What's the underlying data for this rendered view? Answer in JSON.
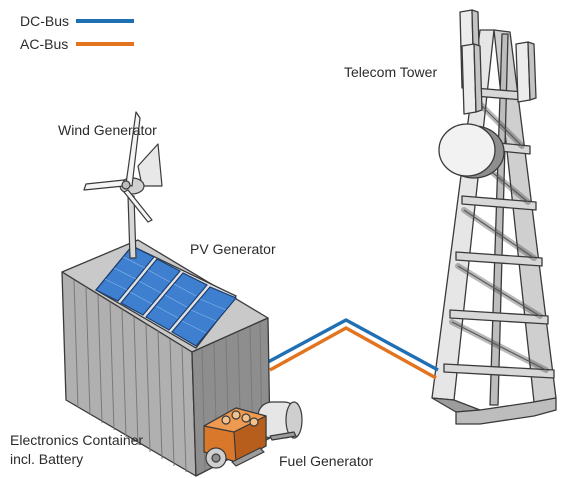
{
  "legend": {
    "dc": {
      "label": "DC-Bus",
      "color": "#1f6fb5"
    },
    "ac": {
      "label": "AC-Bus",
      "color": "#e3741f"
    }
  },
  "labels": {
    "telecom_tower": "Telecom Tower",
    "wind_generator": "Wind Generator",
    "pv_generator": "PV Generator",
    "electronics_container_line1": "Electronics Container",
    "electronics_container_line2": "incl. Battery",
    "fuel_generator": "Fuel Generator"
  },
  "colors": {
    "tower_fill": "#dcdcdc",
    "tower_stroke": "#3a3a3a",
    "container_front": "#b0b0b0",
    "container_side": "#8e8e8e",
    "container_top": "#c9c9c9",
    "pv_panel": "#3f7fd0",
    "generator": "#d9772b"
  }
}
